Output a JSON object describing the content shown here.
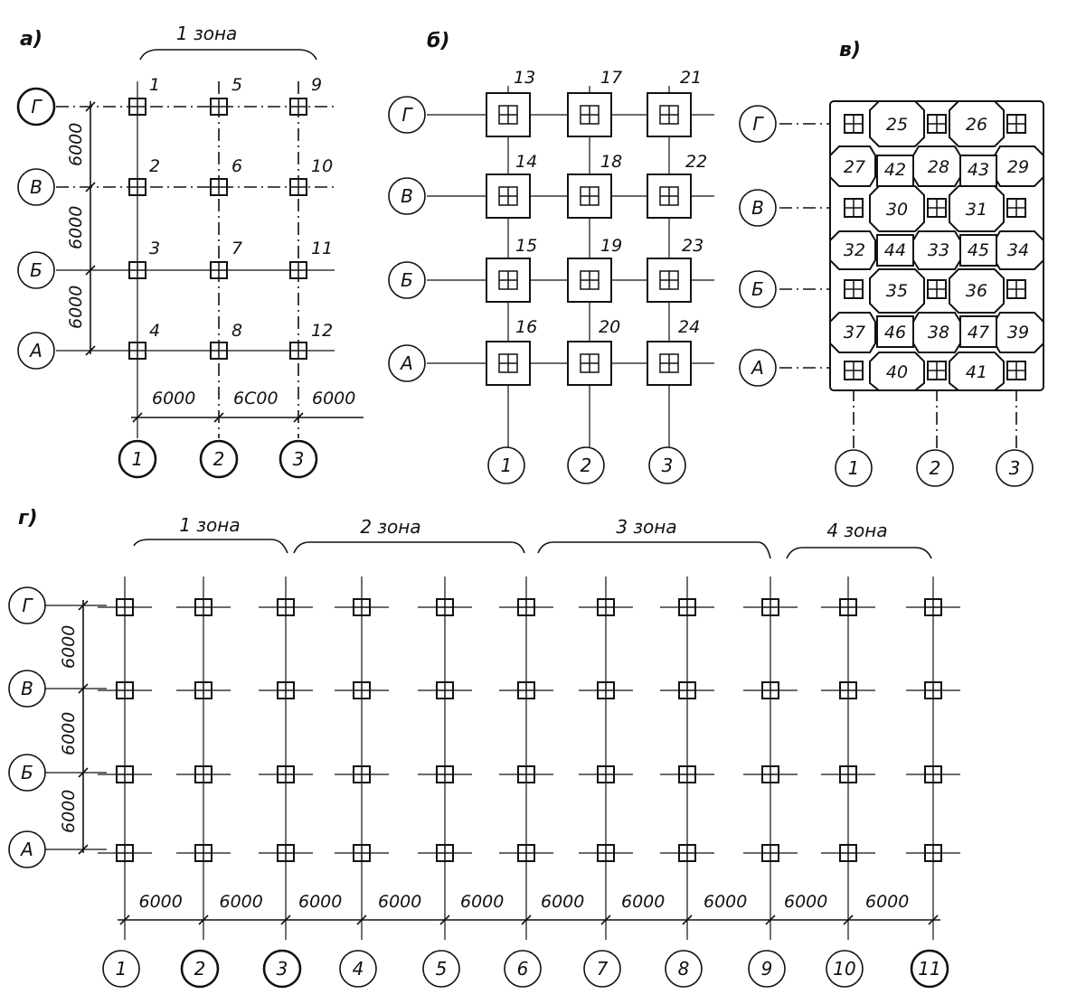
{
  "panels": {
    "a": {
      "label": "а)",
      "zone_label": "1 зона",
      "row_axes": [
        "Г",
        "В",
        "Б",
        "А"
      ],
      "col_axes": [
        "1",
        "2",
        "3"
      ],
      "numbers": [
        [
          "1",
          "5",
          "9"
        ],
        [
          "2",
          "6",
          "10"
        ],
        [
          "3",
          "7",
          "11"
        ],
        [
          "4",
          "8",
          "12"
        ]
      ],
      "row_dims": [
        "6000",
        "6000",
        "6000"
      ],
      "col_dims": [
        "6000",
        "6С00",
        "6000"
      ]
    },
    "b": {
      "label": "б)",
      "row_axes": [
        "Г",
        "В",
        "Б",
        "А"
      ],
      "col_axes": [
        "1",
        "2",
        "3"
      ],
      "numbers": [
        [
          "13",
          "17",
          "21"
        ],
        [
          "14",
          "18",
          "22"
        ],
        [
          "15",
          "19",
          "23"
        ],
        [
          "16",
          "20",
          "24"
        ]
      ]
    },
    "v": {
      "label": "в)",
      "row_axes": [
        "Г",
        "В",
        "Б",
        "А"
      ],
      "col_axes": [
        "1",
        "2",
        "3"
      ],
      "cells": [
        [
          "25",
          "26"
        ],
        [
          "27",
          "42",
          "28",
          "43",
          "29"
        ],
        [
          "30",
          "31"
        ],
        [
          "32",
          "44",
          "33",
          "45",
          "34"
        ],
        [
          "35",
          "36"
        ],
        [
          "37",
          "46",
          "38",
          "47",
          "39"
        ],
        [
          "40",
          "41"
        ]
      ]
    },
    "g": {
      "label": "г)",
      "zones": [
        "1 зона",
        "2 зона",
        "3 зона",
        "4 зона"
      ],
      "row_axes": [
        "Г",
        "В",
        "Б",
        "А"
      ],
      "col_axes": [
        "1",
        "2",
        "3",
        "4",
        "5",
        "6",
        "7",
        "8",
        "9",
        "10",
        "11"
      ],
      "row_dims": [
        "6000",
        "6000",
        "6000"
      ],
      "col_dims": [
        "6000",
        "6000",
        "6000",
        "6000",
        "6000",
        "6000",
        "6000",
        "6000",
        "6000",
        "6000"
      ]
    }
  }
}
